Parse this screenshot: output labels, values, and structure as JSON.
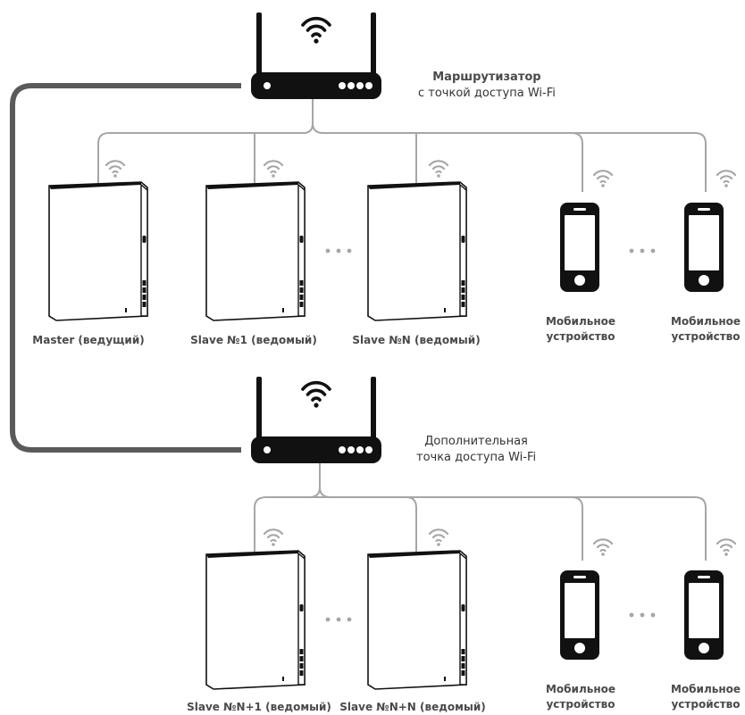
{
  "routers": {
    "main": {
      "title": "Маршрутизатор",
      "subtitle": "с точкой доступа Wi-Fi"
    },
    "extra": {
      "title": "Дополнительная",
      "subtitle": "точка доступа Wi-Fi"
    }
  },
  "top_row": {
    "devices": [
      {
        "label": "Master (ведущий)"
      },
      {
        "label": "Slave №1 (ведомый)"
      },
      {
        "label": "Slave №N (ведомый)"
      }
    ],
    "phones": [
      {
        "label_line1": "Мобильное",
        "label_line2": "устройство"
      },
      {
        "label_line1": "Мобильное",
        "label_line2": "устройство"
      }
    ]
  },
  "bottom_row": {
    "devices": [
      {
        "label": "Slave №N+1 (ведомый)"
      },
      {
        "label": "Slave №N+N (ведомый)"
      }
    ],
    "phones": [
      {
        "label_line1": "Мобильное",
        "label_line2": "устройство"
      },
      {
        "label_line1": "Мобильное",
        "label_line2": "устройство"
      }
    ]
  },
  "colors": {
    "line": "#a6a6a6",
    "trunk": "#5a5a5a",
    "device": "#111111",
    "label": "#4a4a4a"
  }
}
